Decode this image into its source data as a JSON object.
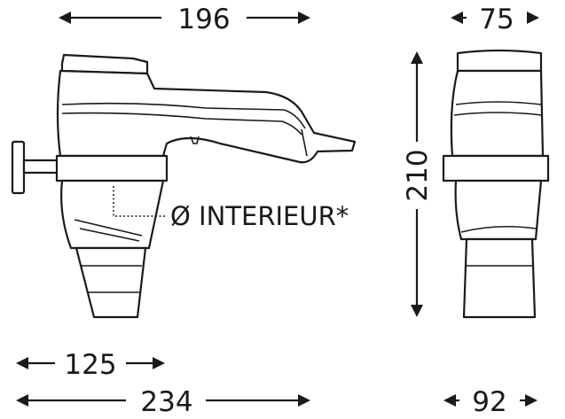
{
  "dimensions": {
    "top_width": "196",
    "side_width": "75",
    "height": "210",
    "base_width": "92",
    "mount_offset": "125",
    "total_length": "234"
  },
  "labels": {
    "interior_diameter": "Ø INTERIEUR*"
  }
}
